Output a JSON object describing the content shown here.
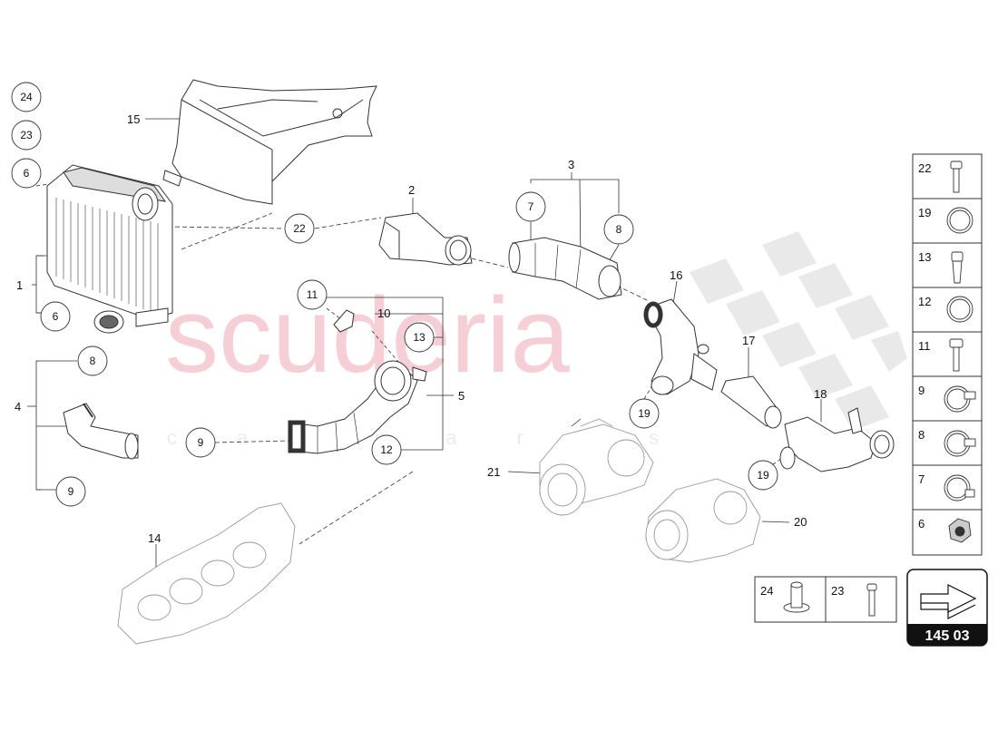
{
  "watermark": {
    "brand": "scuderia",
    "sub": "c a r   p a r t s"
  },
  "page_ref": "145 03",
  "callouts": {
    "c24": "24",
    "c23": "23",
    "c6a": "6",
    "c6b": "6",
    "c22": "22",
    "c7": "7",
    "c8a": "8",
    "c8b": "8",
    "c11": "11",
    "c13": "13",
    "c9a": "9",
    "c12": "12",
    "c9b": "9",
    "c19a": "19",
    "c19b": "19"
  },
  "labels": {
    "l15": "15",
    "l1": "1",
    "l2": "2",
    "l3": "3",
    "l16": "16",
    "l10": "10",
    "l17": "17",
    "l5": "5",
    "l4": "4",
    "l18": "18",
    "l21": "21",
    "l20": "20",
    "l14": "14"
  },
  "legend_items": [
    "22",
    "19",
    "13",
    "12",
    "11",
    "9",
    "8",
    "7",
    "6"
  ],
  "legend_bottom": [
    "24",
    "23"
  ],
  "colors": {
    "watermark": "#f2c0c8",
    "checker": "#e4e4e4",
    "line": "#333333",
    "badge": "#111111"
  }
}
